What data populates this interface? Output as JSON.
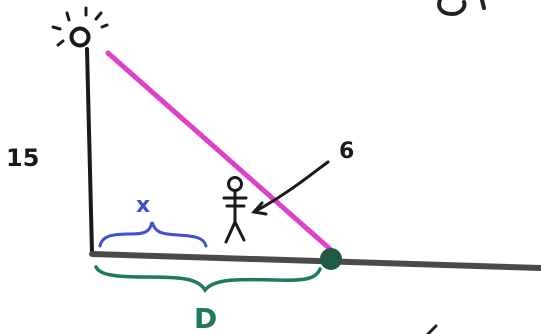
{
  "labels": {
    "pole_height": "15",
    "person_height": "6",
    "person_distance": "x",
    "shadow_tip_distance": "D"
  },
  "colors": {
    "ink": "#1a1a1a",
    "ground": "#4a4a4a",
    "light_ray": "#e040c8",
    "x_brace": "#3f4fd0",
    "d_brace": "#1f7a5a",
    "shadow_tip_dot": "#1e5a44"
  },
  "icons": {
    "lamp": "lamp-icon",
    "person": "stick-figure-icon"
  }
}
